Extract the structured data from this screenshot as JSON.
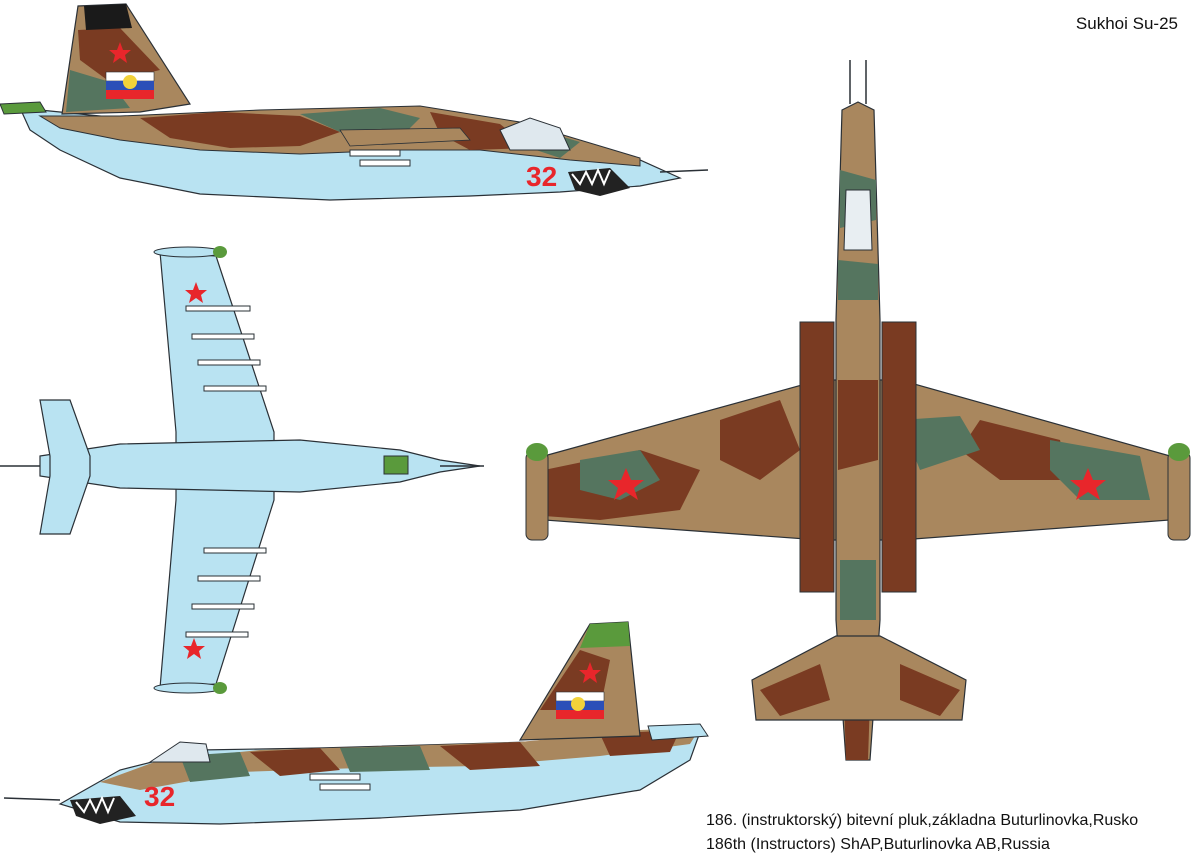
{
  "title": "Sukhoi Su-25",
  "caption_line1": "186. (instruktorský) bitevní pluk,základna Buturlinovka,Rusko",
  "caption_line2": "186th (Instructors) ShAP,Buturlinovka AB,Russia",
  "tactical_number": "32",
  "colors": {
    "underside_blue": "#b9e3f2",
    "camo_brown": "#7a3b22",
    "camo_tan": "#a9875e",
    "camo_green": "#55755f",
    "fin_cap_green": "#5a9a3c",
    "star_red": "#e8262b",
    "outline": "#2a3036"
  },
  "icons": [
    "red-star-insignia",
    "russian-flag-emblem",
    "shark-mouth-nose-art"
  ]
}
